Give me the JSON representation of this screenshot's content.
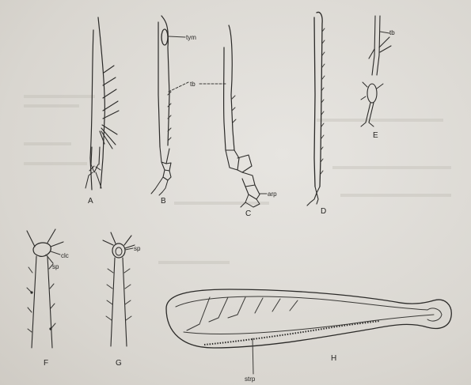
{
  "panels": {
    "a": "A",
    "b": "B",
    "c": "C",
    "d": "D",
    "e": "E",
    "f": "F",
    "g": "G",
    "h": "H"
  },
  "parts": {
    "tym": "tym",
    "tb_b": "tb",
    "tb_e": "tb",
    "arp": "arp",
    "clc": "clc",
    "sp_f": "sp",
    "sp_g": "sp",
    "strp": "strp"
  }
}
